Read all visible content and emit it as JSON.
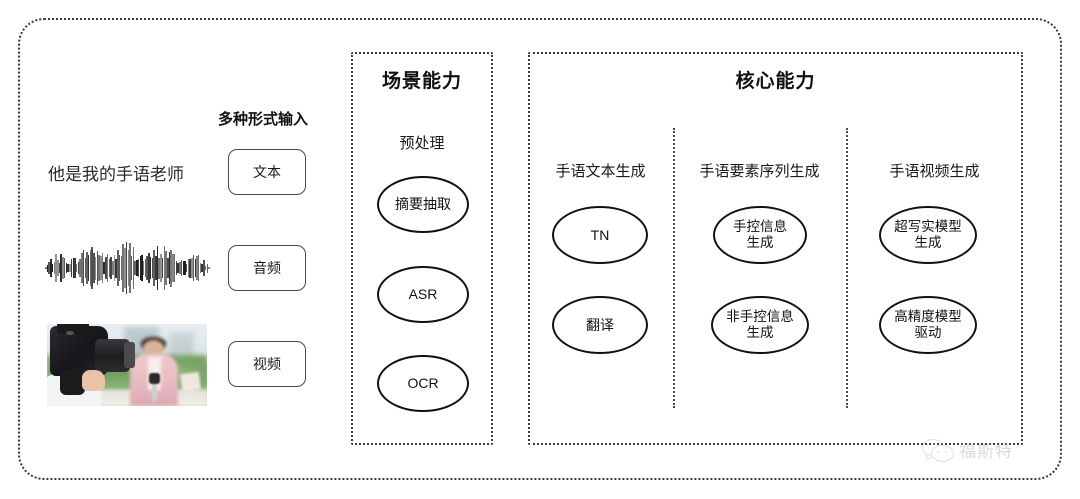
{
  "diagram": {
    "title_hidden": "",
    "input_section": {
      "heading": "多种形式输入",
      "sample_sentence": "他是我的手语老师",
      "modalities": [
        {
          "label": "文本",
          "icon": "text-icon"
        },
        {
          "label": "音频",
          "icon": "waveform-icon"
        },
        {
          "label": "视频",
          "icon": "video-thumbnail-icon"
        }
      ]
    },
    "scene_capability": {
      "title": "场景能力",
      "group_label": "预处理",
      "nodes": [
        {
          "label": "摘要抽取"
        },
        {
          "label": "ASR"
        },
        {
          "label": "OCR"
        }
      ]
    },
    "core_capability": {
      "title": "核心能力",
      "columns": [
        {
          "label": "手语文本生成",
          "nodes": [
            {
              "label": "TN"
            },
            {
              "label": "翻译"
            }
          ]
        },
        {
          "label": "手语要素序列生成",
          "nodes": [
            {
              "label": "手控信息\n生成"
            },
            {
              "label": "非手控信息\n生成"
            }
          ]
        },
        {
          "label": "手语视频生成",
          "nodes": [
            {
              "label": "超写实模型\n生成"
            },
            {
              "label": "高精度模型\n驱动"
            }
          ]
        }
      ]
    },
    "watermark": {
      "text": "福斯特",
      "icon": "wechat-bubble-icon"
    },
    "colors": {
      "background": "#ffffff",
      "stroke": "#111111",
      "dotted_border": "#3a3a3a",
      "chip_border": "#4a4a4a",
      "watermark": "#b9b9b9"
    }
  }
}
